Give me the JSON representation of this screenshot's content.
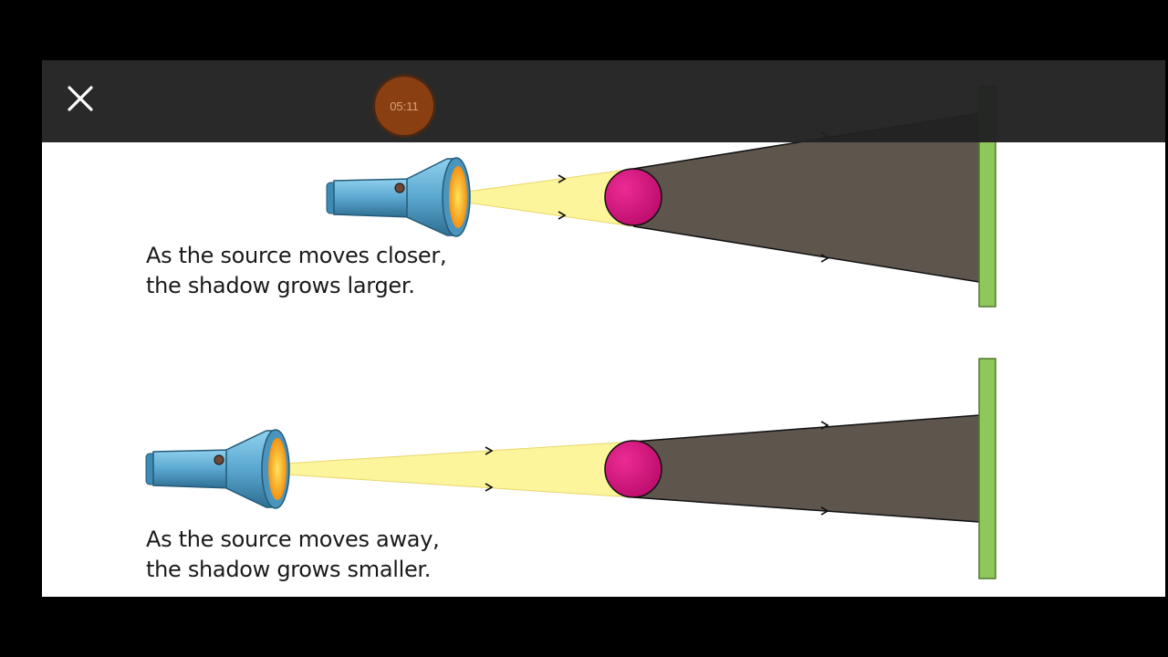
{
  "toolbar": {
    "close_icon": "close-icon",
    "timer": "05:11"
  },
  "diagram": {
    "panels": [
      {
        "caption_line1": "As the source moves closer,",
        "caption_line2": "the shadow grows larger."
      },
      {
        "caption_line1": "As the source moves away,",
        "caption_line2": "the shadow grows smaller."
      }
    ],
    "colors": {
      "light_beam": "#fdf59b",
      "shadow": "#5e554d",
      "object": "#d4197e",
      "screen": "#8ec75a",
      "torch_body": "#5aa7cf",
      "torch_lamp": "#f7a21b"
    }
  }
}
